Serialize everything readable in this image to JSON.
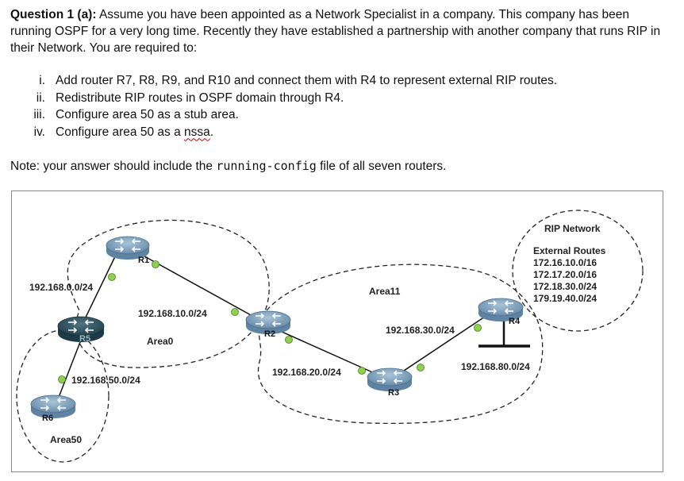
{
  "question": {
    "label": "Question 1 (a):",
    "intro": "Assume you have been appointed as a Network Specialist in a company. This company has been running OSPF for a very long time. Recently they have established a partnership with another company that runs RIP in their Network. You are required to:",
    "tasks": [
      {
        "num": "i.",
        "text": "Add router R7, R8, R9, and R10 and connect them with R4 to represent external RIP routes."
      },
      {
        "num": "ii.",
        "text": "Redistribute RIP routes in OSPF domain through R4."
      },
      {
        "num": "iii.",
        "text": "Configure area 50 as a stub area."
      },
      {
        "num": "iv.",
        "text_before": "Configure area 50 as a ",
        "text_wavy": "nssa",
        "text_after": "."
      }
    ],
    "note_before": "Note: your answer should include the ",
    "note_code": "running-config",
    "note_after": " file of all seven routers."
  },
  "diagram": {
    "routers": {
      "r1": "R1",
      "r2": "R2",
      "r3": "R3",
      "r4": "R4",
      "r5": "R5",
      "r6": "R6"
    },
    "networks": {
      "n_r1_r5": "192.168.0.0/24",
      "n_r1_r2": "192.168.10.0/24",
      "n_r2_r3": "192.168.20.0/24",
      "n_r3_r4": "192.168.30.0/24",
      "n_r4_lan": "192.168.80.0/24",
      "n_r5_r6": "192.168.50.0/24"
    },
    "areas": {
      "area0": "Area0",
      "area11": "Area11",
      "area50": "Area50",
      "rip": "RIP Network"
    },
    "external_routes": {
      "title": "External Routes",
      "items": [
        "172.16.10.0/16",
        "172.17.20.0/16",
        "172.18.30.0/24",
        "179.19.40.0/24"
      ]
    },
    "colors": {
      "router_body": "#7c9cb7",
      "router_dark": "#2f4f5f",
      "port": "#8fd14f"
    }
  }
}
